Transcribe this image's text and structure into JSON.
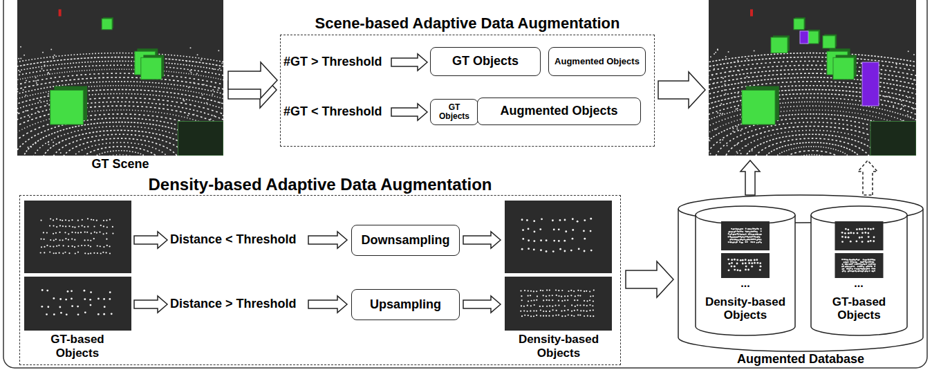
{
  "diagram": {
    "nodes": [
      {
        "text": [
          "GT Scene"
        ]
      },
      {
        "text": [
          "Scene-based Adaptive Data Augmentation"
        ]
      },
      {
        "text": [
          "GT Objects"
        ],
        "in": 1
      },
      {
        "text": [
          "Augmented Objects"
        ],
        "in": 1
      },
      {
        "text": [
          "GT Objects"
        ],
        "in": 1
      },
      {
        "text": [
          "Augmented Objects"
        ],
        "in": 1
      },
      {
        "text": [
          "Density-based Adaptive Data Augmentation"
        ]
      },
      {
        "text": [
          "Downsampling"
        ],
        "in": 6
      },
      {
        "text": [
          "Upsampling"
        ],
        "in": 6
      },
      {
        "text": [
          "Augmented Database"
        ]
      },
      {
        "text": [
          "Density-based Objects"
        ],
        "in": 9
      },
      {
        "text": [
          "GT-based Objects"
        ],
        "in": 9
      }
    ],
    "edges": [
      {
        "from": 0,
        "to": 1,
        "arrow": "to"
      },
      {
        "from": 6,
        "to": 9,
        "arrow": "to"
      }
    ],
    "labels": [
      "#GT > Threshold",
      "#GT < Threshold",
      "Distance < Threshold",
      "Distance > Threshold",
      "GT-based Objects",
      "Density-based Objects",
      "...",
      "..."
    ]
  }
}
